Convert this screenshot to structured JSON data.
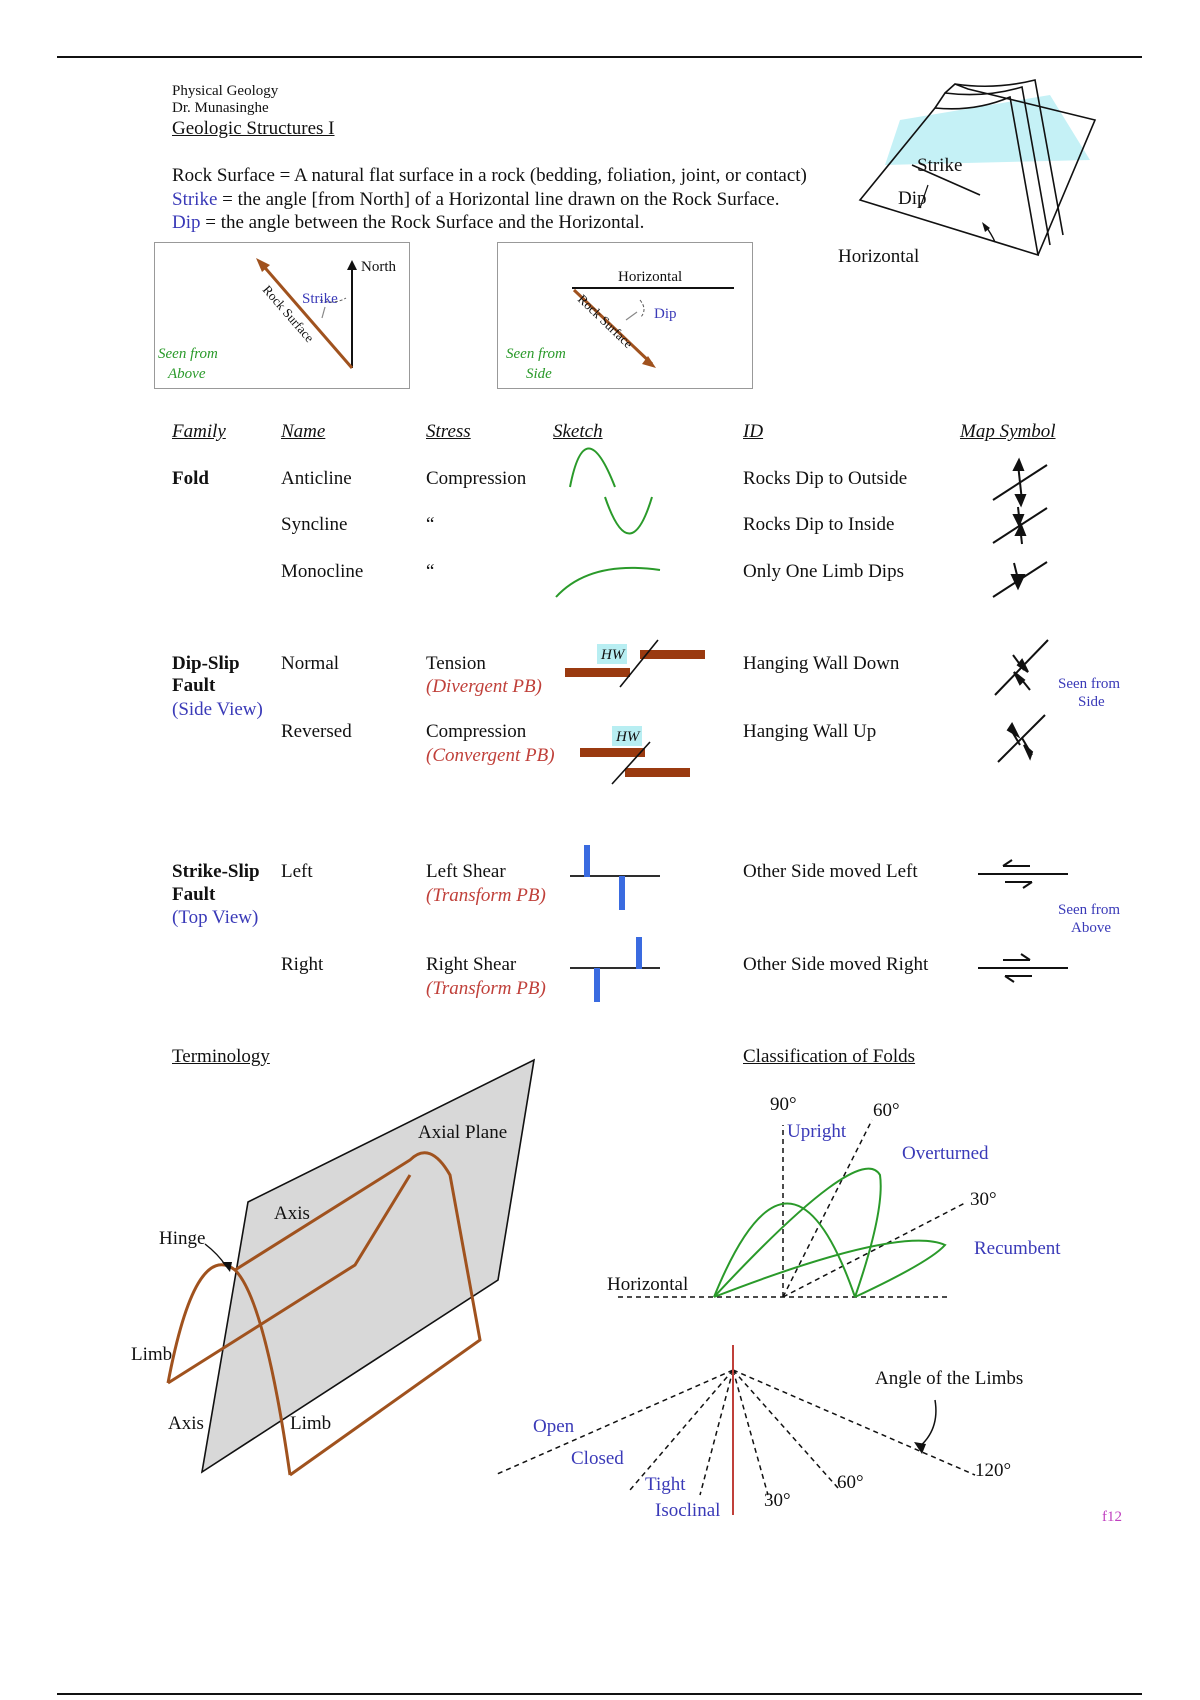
{
  "header": {
    "course": "Physical Geology",
    "author": "Dr. Munasinghe",
    "title": "Geologic Structures I"
  },
  "definitions": {
    "rock_surface": "Rock Surface = A natural flat surface in a rock (bedding, foliation, joint, or contact)",
    "strike_term": "Strike",
    "strike_def": " = the angle [from North] of a Horizontal line drawn on the Rock Surface.",
    "dip_term": "Dip",
    "dip_def": " = the angle between the Rock Surface and the Horizontal."
  },
  "block_diagram": {
    "strike": "Strike",
    "dip": "Dip",
    "horizontal": "Horizontal"
  },
  "above_box": {
    "north": "North",
    "strike": "Strike",
    "rock_surface": "Rock Surface",
    "seen1": "Seen from",
    "seen2": "Above"
  },
  "side_box": {
    "horizontal": "Horizontal",
    "dip": "Dip",
    "rock_surface": "Rock Surface",
    "seen1": "Seen from",
    "seen2": "Side"
  },
  "table": {
    "headers": {
      "family": "Family",
      "name": "Name",
      "stress": "Stress",
      "sketch": "Sketch",
      "id": "ID",
      "map_symbol": "Map Symbol"
    },
    "fold": {
      "family": "Fold",
      "rows": [
        {
          "name": "Anticline",
          "stress": "Compression",
          "id": "Rocks Dip to Outside"
        },
        {
          "name": "Syncline",
          "stress": "“",
          "id": "Rocks Dip to Inside"
        },
        {
          "name": "Monocline",
          "stress": "“",
          "id": "Only One Limb Dips"
        }
      ]
    },
    "dipslip": {
      "family1": "Dip-Slip",
      "family2": "Fault",
      "view": "(Side View)",
      "seen1": "Seen from",
      "seen2": "Side",
      "hw": "HW",
      "rows": [
        {
          "name": "Normal",
          "stress": "Tension",
          "pb": "(Divergent PB)",
          "id": "Hanging Wall Down"
        },
        {
          "name": "Reversed",
          "stress": "Compression",
          "pb": "(Convergent PB)",
          "id": "Hanging Wall Up"
        }
      ]
    },
    "strikeslip": {
      "family1": "Strike-Slip",
      "family2": "Fault",
      "view": "(Top View)",
      "seen1": "Seen from",
      "seen2": "Above",
      "rows": [
        {
          "name": "Left",
          "stress": "Left Shear",
          "pb": "(Transform PB)",
          "id": "Other Side moved Left"
        },
        {
          "name": "Right",
          "stress": "Right Shear",
          "pb": "(Transform PB)",
          "id": "Other Side moved Right"
        }
      ]
    }
  },
  "terminology": {
    "title": "Terminology",
    "axial_plane": "Axial Plane",
    "axis": "Axis",
    "hinge": "Hinge",
    "limb": "Limb"
  },
  "classification": {
    "title": "Classification of Folds",
    "deg90": "90°",
    "deg60": "60°",
    "deg30": "30°",
    "upright": "Upright",
    "overturned": "Overturned",
    "recumbent": "Recumbent",
    "horizontal": "Horizontal",
    "angle_of_limbs": "Angle of the Limbs",
    "deg120": "120°",
    "open": "Open",
    "closed": "Closed",
    "tight": "Tight",
    "isoclinal": "Isoclinal"
  },
  "page_number": "f12",
  "colors": {
    "blue": "#3a3ab8",
    "green": "#2a9a2a",
    "red": "#c0403a",
    "brown": "#a0521e",
    "cyan": "#b8eef2"
  }
}
